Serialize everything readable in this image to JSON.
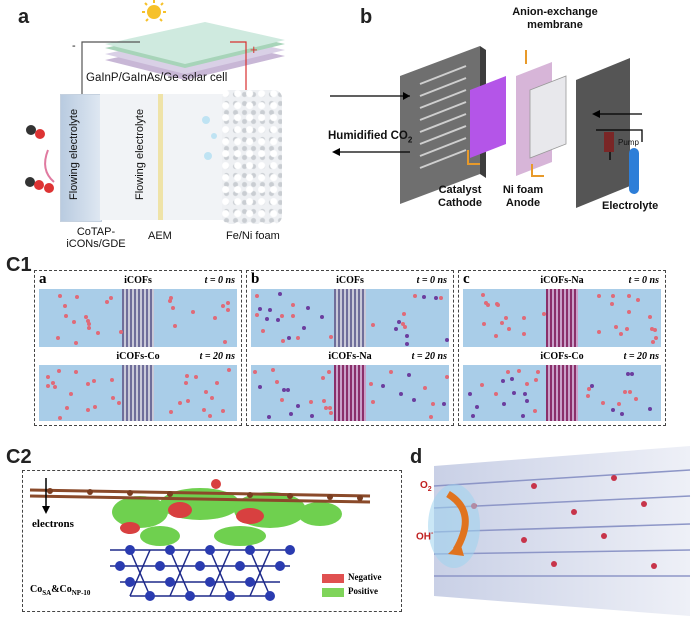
{
  "panel_a": {
    "letter": "a",
    "solar_cell": "GaInP/GaInAs/Ge solar cell",
    "minus": "-",
    "plus": "+",
    "flow1": "Flowing electrolyte",
    "flow2": "Flowing electrolyte",
    "cathode": "CoTAP-\niCONs/GDE",
    "aem": "AEM",
    "anode": "Fe/Ni foam"
  },
  "panel_b": {
    "letter": "b",
    "membrane": "Anion-exchange\nmembrane",
    "humidified": "Humidified CO",
    "humidified_sub": "2",
    "catalyst": "Catalyst\nCathode",
    "nifoam": "Ni foam\nAnode",
    "electrolyte": "Electrolyte",
    "pump": "Pump"
  },
  "panel_c1": {
    "letter": "C1",
    "sims": [
      {
        "letter": "a",
        "top_title": "iCOFs",
        "top_time": "t = 0 ns",
        "bot_title": "iCOFs-Co",
        "bot_time": "t = 20 ns"
      },
      {
        "letter": "b",
        "top_title": "iCOFs",
        "top_time": "t = 0 ns",
        "bot_title": "iCOFs-Na",
        "bot_time": "t = 20 ns"
      },
      {
        "letter": "c",
        "top_title": "iCOFs-Na",
        "top_time": "t = 0 ns",
        "bot_title": "iCOFs-Co",
        "bot_time": "t = 20 ns"
      }
    ]
  },
  "panel_c2": {
    "letter": "C2",
    "electrons": "electrons",
    "caption_main": "Co",
    "caption_sub1": "SA",
    "caption_mid": "&Co",
    "caption_sub2": "NP-10",
    "legend_neg": "Negative",
    "legend_pos": "Positive",
    "neg_color": "#e05050",
    "pos_color": "#7fd45a"
  },
  "panel_d": {
    "letter": "d",
    "o2": "O",
    "o2_sub": "2",
    "oh": "OH",
    "oh_sup": "-"
  }
}
